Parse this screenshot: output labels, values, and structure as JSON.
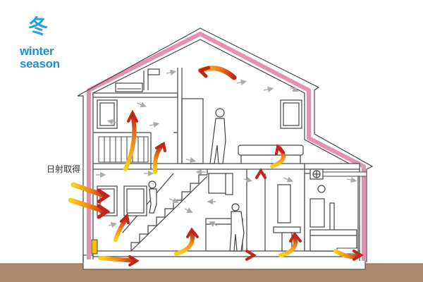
{
  "badge": {
    "season_kanji": "冬",
    "season_line1": "winter",
    "season_line2": "season"
  },
  "labels": {
    "solar_gain": "日射取得"
  },
  "colors": {
    "insulation": "#e58fb2",
    "ground": "#b08a6e",
    "warm_arrow_start": "#f6d21a",
    "warm_arrow_mid": "#f08a1c",
    "warm_arrow_end": "#c0261c",
    "cool_air": "#aaaaaa",
    "badge_blue": "#2a9fd6"
  },
  "icons": [
    "snowflake-kanji",
    "human-figure",
    "fan-icon",
    "heater-icon"
  ]
}
